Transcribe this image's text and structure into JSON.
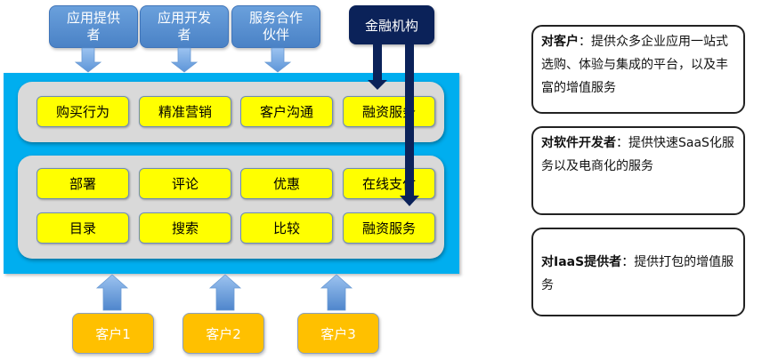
{
  "top_boxes": [
    {
      "label": "应用提供者"
    },
    {
      "label": "应用开发者"
    },
    {
      "label": "服务合作伙伴"
    }
  ],
  "financial_box": {
    "label": "金融机构"
  },
  "upper_panel": [
    "购买行为",
    "精准营销",
    "客户沟通",
    "融资服务"
  ],
  "lower_panel": {
    "row1": [
      "部署",
      "评论",
      "优惠",
      "在线支付"
    ],
    "row2": [
      "目录",
      "搜索",
      "比较",
      "融资服务"
    ]
  },
  "customers": [
    "客户1",
    "客户2",
    "客户3"
  ],
  "notes": [
    {
      "title": "对客户",
      "sep": "：",
      "text": "提供众多企业应用一站式选购、体验与集成的平台，以及丰富的增值服务"
    },
    {
      "title": "对软件开发者",
      "sep": "：",
      "text": "提供快速SaaS化服务以及电商化的服务"
    },
    {
      "title": "对IaaS提供者",
      "sep": "：",
      "text": "提供打包的增值服务"
    }
  ],
  "colors": {
    "platform": "#00aeef",
    "panel": "#d9d9d9",
    "cell": "#ffff00",
    "top_box": "#5b8fd1",
    "financial": "#0b2259",
    "customer": "#ffc000"
  }
}
